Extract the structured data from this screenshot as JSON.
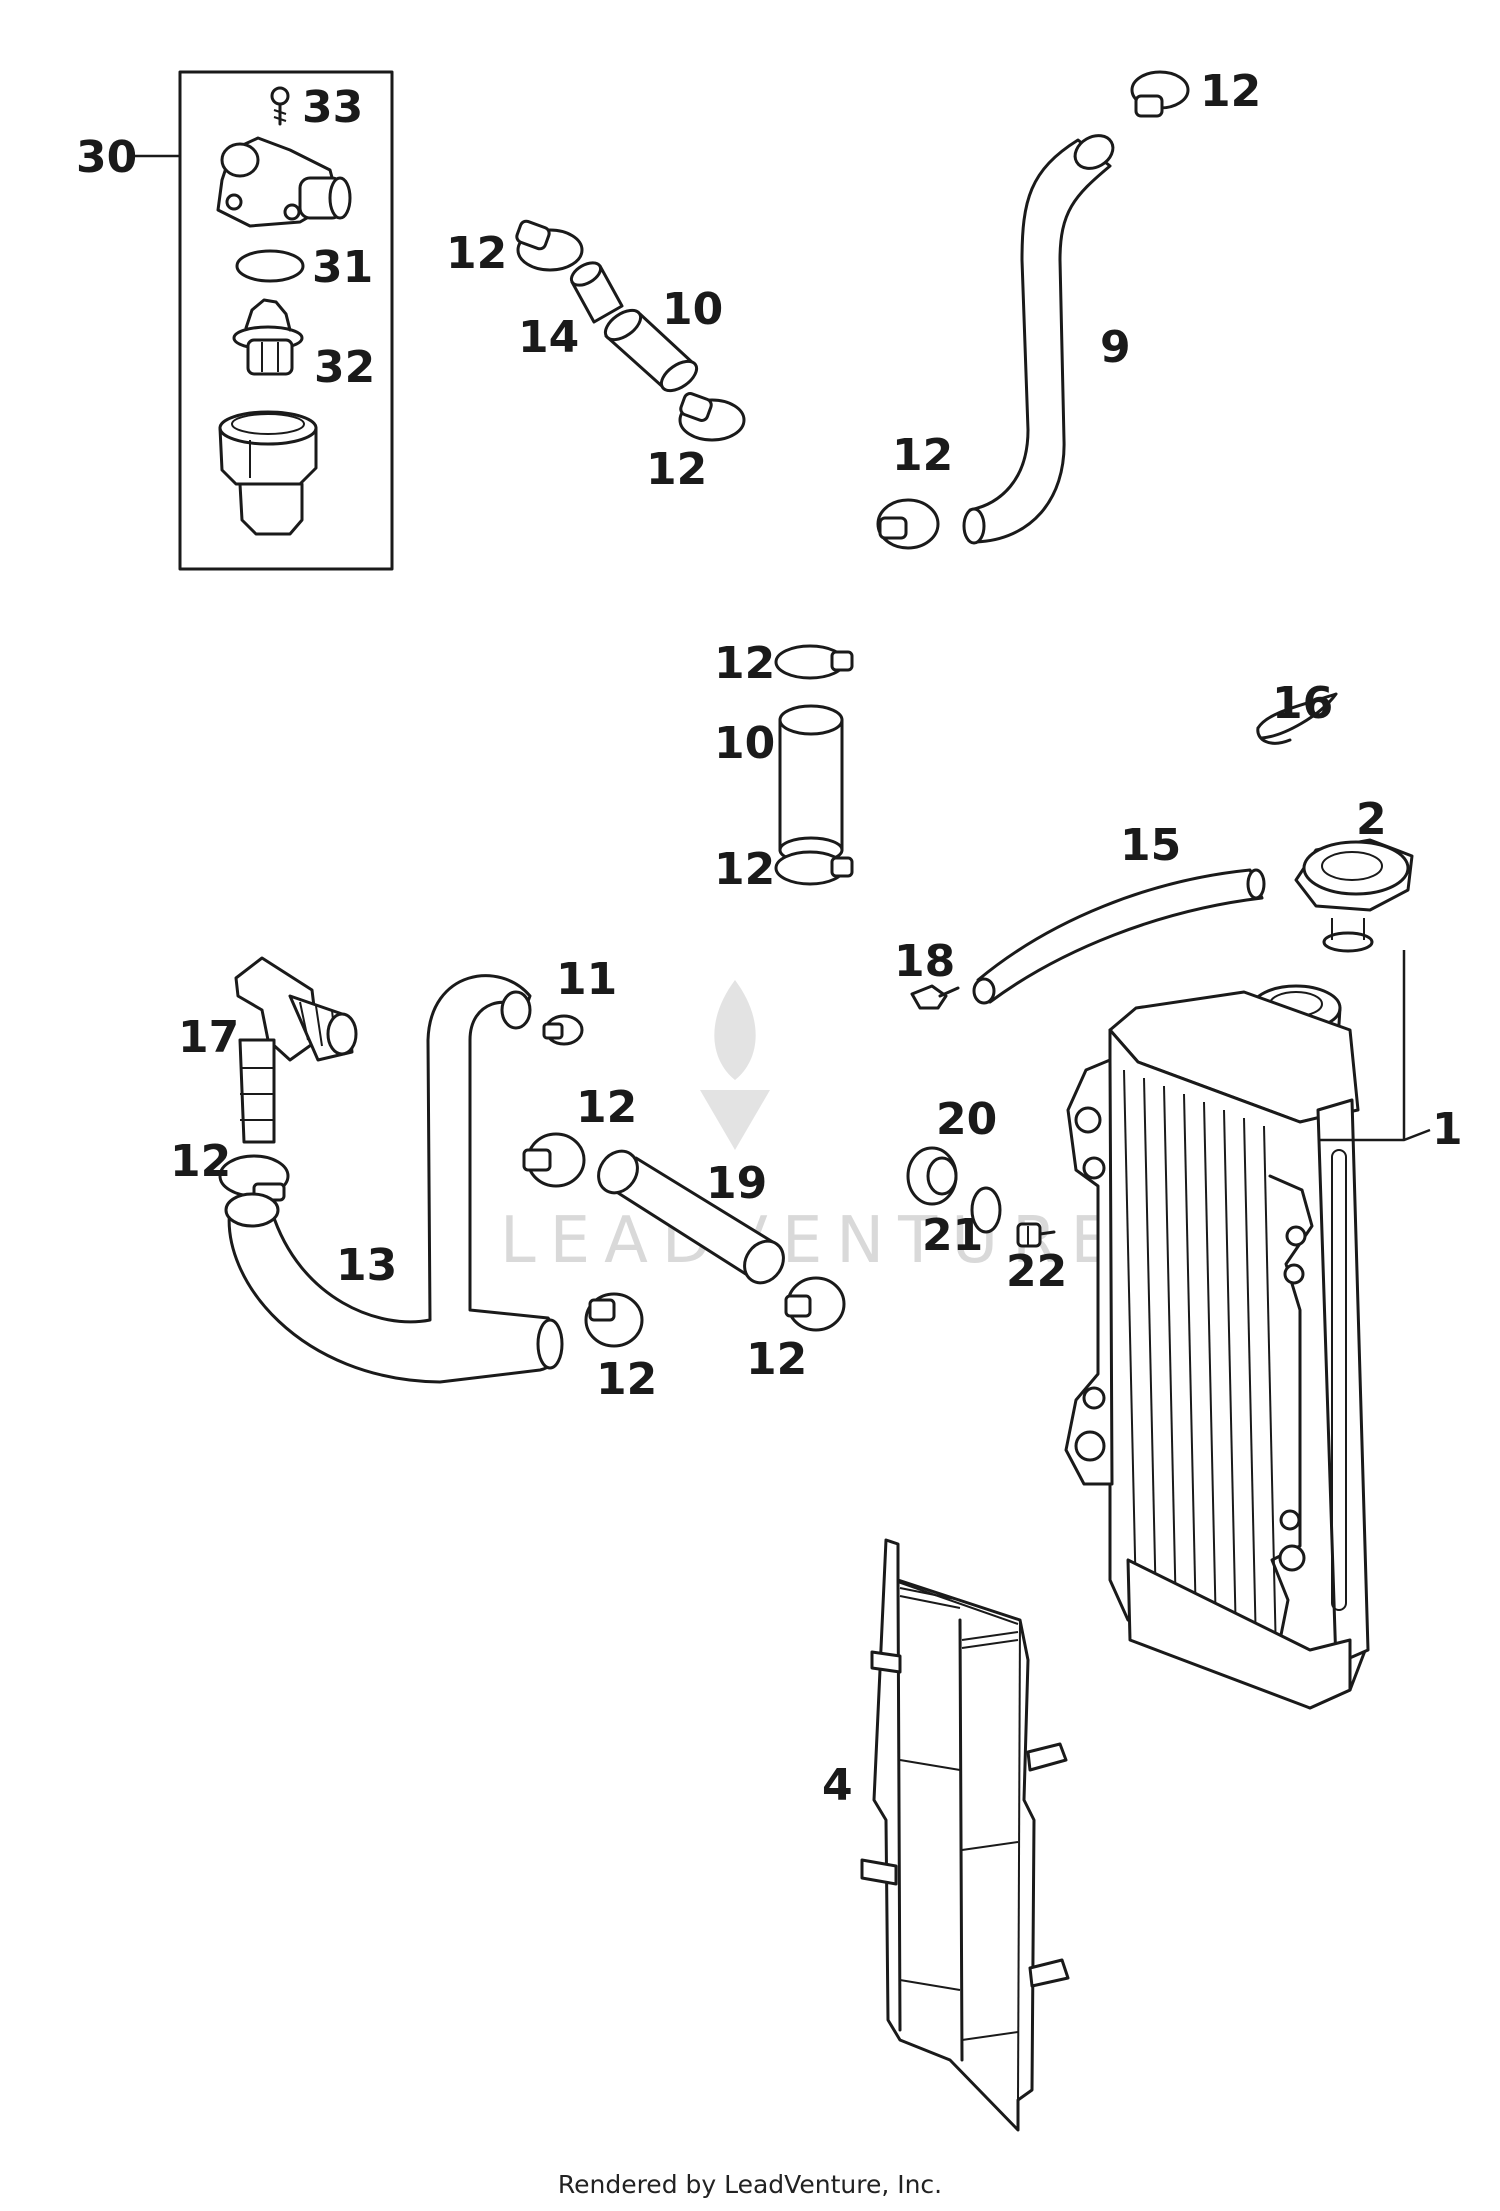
{
  "callouts": {
    "c30": "30",
    "c33": "33",
    "c31": "31",
    "c32": "32",
    "c12a": "12",
    "c14": "14",
    "c10a": "10",
    "c12b": "12",
    "c12c": "12",
    "c9": "9",
    "c12d": "12",
    "c12e": "12",
    "c10b": "10",
    "c12f": "12",
    "c16": "16",
    "c15": "15",
    "c2": "2",
    "c18": "18",
    "c11": "11",
    "c17": "17",
    "c12g": "12",
    "c12h": "12",
    "c19": "19",
    "c20": "20",
    "c1": "1",
    "c21": "21",
    "c22": "22",
    "c13": "13",
    "c12i": "12",
    "c12j": "12",
    "c4": "4"
  },
  "watermark": {
    "text": "LEADVENTURE"
  },
  "footer": {
    "text": "Rendered by LeadVenture, Inc."
  }
}
